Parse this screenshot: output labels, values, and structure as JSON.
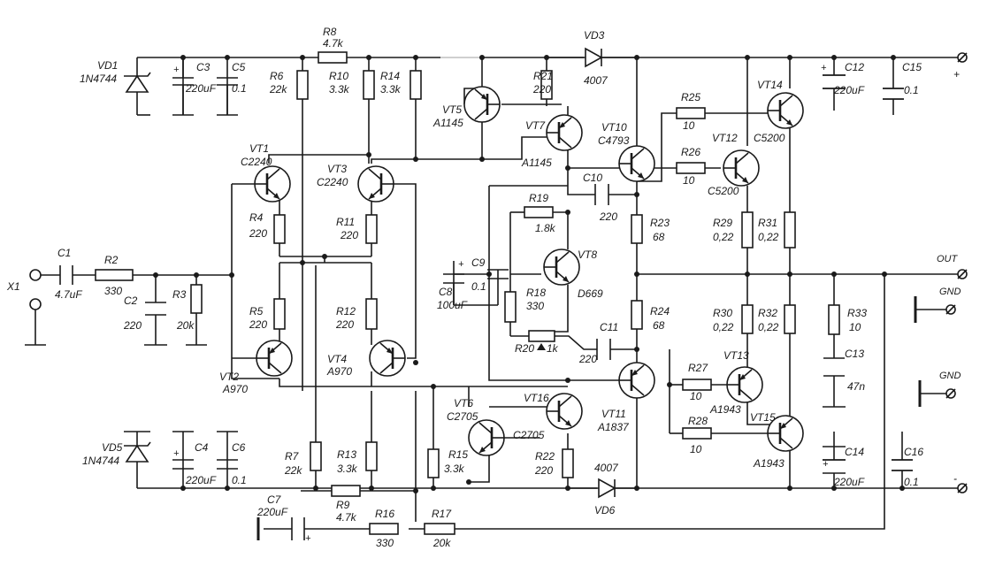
{
  "components": {
    "VD1": {
      "ref": "VD1",
      "val": "1N4744"
    },
    "C3": {
      "ref": "C3",
      "val": "220uF"
    },
    "C5": {
      "ref": "C5",
      "val": "0.1"
    },
    "R8": {
      "ref": "R8",
      "val": "4.7k"
    },
    "R6": {
      "ref": "R6",
      "val": "22k"
    },
    "R10": {
      "ref": "R10",
      "val": "3.3k"
    },
    "R14": {
      "ref": "R14",
      "val": "3.3k"
    },
    "VT5": {
      "ref": "VT5",
      "val": "A1145"
    },
    "R21": {
      "ref": "R21",
      "val": "220"
    },
    "VD3": {
      "ref": "VD3",
      "val": "4007"
    },
    "VT7": {
      "ref": "VT7",
      "val": "A1145"
    },
    "VT10": {
      "ref": "VT10",
      "val": "C4793"
    },
    "R25": {
      "ref": "R25",
      "val": "10"
    },
    "R26": {
      "ref": "R26",
      "val": "10"
    },
    "VT12": {
      "ref": "VT12",
      "val": "C5200"
    },
    "VT14": {
      "ref": "VT14",
      "val": "C5200"
    },
    "C12": {
      "ref": "C12",
      "val": "220uF"
    },
    "C15": {
      "ref": "C15",
      "val": "0.1"
    },
    "VT1": {
      "ref": "VT1",
      "val": "C2240"
    },
    "VT3": {
      "ref": "VT3",
      "val": "C2240"
    },
    "R4": {
      "ref": "R4",
      "val": "220"
    },
    "R11": {
      "ref": "R11",
      "val": "220"
    },
    "C10": {
      "ref": "C10",
      "val": "220"
    },
    "R19": {
      "ref": "R19",
      "val": "1.8k"
    },
    "R23": {
      "ref": "R23",
      "val": "68"
    },
    "R29": {
      "ref": "R29",
      "val": "0,22"
    },
    "R31": {
      "ref": "R31",
      "val": "0,22"
    },
    "X1": {
      "ref": "X1"
    },
    "C1": {
      "ref": "C1",
      "val": "4.7uF"
    },
    "R2": {
      "ref": "R2",
      "val": "330"
    },
    "C2": {
      "ref": "C2",
      "val": "220"
    },
    "R3": {
      "ref": "R3",
      "val": "20k"
    },
    "C8": {
      "ref": "C8",
      "val": "100uF"
    },
    "C9": {
      "ref": "C9",
      "val": "0.1"
    },
    "VT8": {
      "ref": "VT8",
      "val": "D669"
    },
    "R18": {
      "ref": "R18",
      "val": "330"
    },
    "R20": {
      "ref": "R20",
      "val": "1k"
    },
    "R5": {
      "ref": "R5",
      "val": "220"
    },
    "R12": {
      "ref": "R12",
      "val": "220"
    },
    "VT2": {
      "ref": "VT2",
      "val": "A970"
    },
    "VT4": {
      "ref": "VT4",
      "val": "A970"
    },
    "C11": {
      "ref": "C11",
      "val": "220"
    },
    "R24": {
      "ref": "R24",
      "val": "68"
    },
    "R30": {
      "ref": "R30",
      "val": "0,22"
    },
    "R32": {
      "ref": "R32",
      "val": "0,22"
    },
    "R33": {
      "ref": "R33",
      "val": "10"
    },
    "C13": {
      "ref": "C13",
      "val": "47n"
    },
    "R27": {
      "ref": "R27",
      "val": "10"
    },
    "VT13": {
      "ref": "VT13",
      "val": "A1943"
    },
    "VT11": {
      "ref": "VT11",
      "val": "A1837"
    },
    "VT6": {
      "ref": "VT6",
      "val": "C2705"
    },
    "VT16": {
      "ref": "VT16",
      "val": "C2705"
    },
    "R28": {
      "ref": "R28",
      "val": "10"
    },
    "VT15": {
      "ref": "VT15",
      "val": "A1943"
    },
    "VD5": {
      "ref": "VD5",
      "val": "1N4744"
    },
    "C4": {
      "ref": "C4",
      "val": "220uF"
    },
    "C6": {
      "ref": "C6",
      "val": "0.1"
    },
    "R7": {
      "ref": "R7",
      "val": "22k"
    },
    "R13": {
      "ref": "R13",
      "val": "3.3k"
    },
    "R15": {
      "ref": "R15",
      "val": "3.3k"
    },
    "R22": {
      "ref": "R22",
      "val": "220"
    },
    "VD6": {
      "ref": "VD6",
      "val": "4007"
    },
    "C14": {
      "ref": "C14",
      "val": "220uF"
    },
    "C16": {
      "ref": "C16",
      "val": "0.1"
    },
    "C7": {
      "ref": "C7",
      "val": "220uF"
    },
    "R9": {
      "ref": "R9",
      "val": "4.7k"
    },
    "R16": {
      "ref": "R16",
      "val": "330"
    },
    "R17": {
      "ref": "R17",
      "val": "20k"
    }
  },
  "terminals": {
    "plus": "+",
    "minus": "-",
    "out": "OUT",
    "gnd1": "GND",
    "gnd2": "GND"
  }
}
